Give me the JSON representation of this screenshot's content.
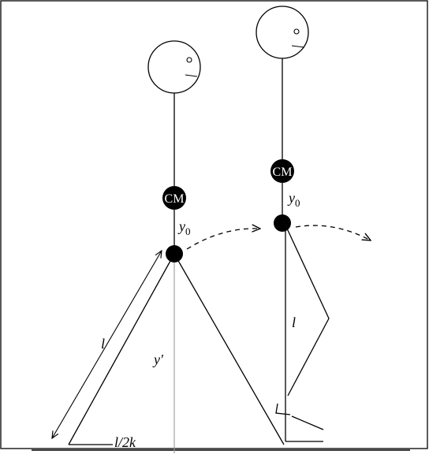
{
  "labels": {
    "cm_left": "CM",
    "cm_right": "CM",
    "y0_left_base": "y",
    "y0_left_sub": "0",
    "y0_right_base": "y",
    "y0_right_sub": "0",
    "leg_length_left": "l",
    "leg_length_right": "l",
    "height_prime": "y′",
    "step_half": "l/2k"
  }
}
